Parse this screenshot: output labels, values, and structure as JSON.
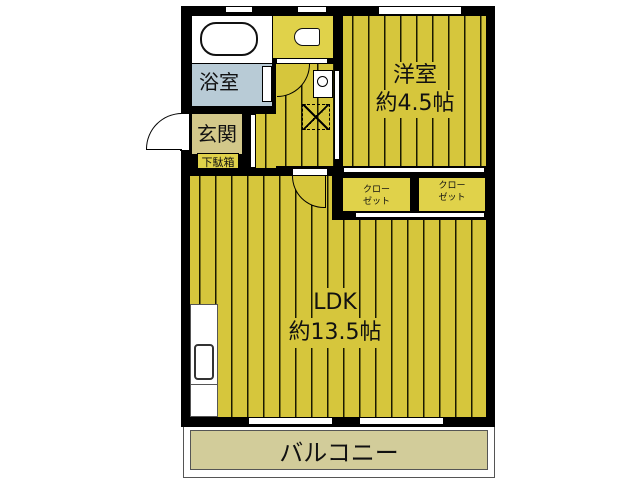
{
  "floorplan": {
    "rooms": {
      "western_room": {
        "name": "洋室",
        "size": "約4.5帖"
      },
      "ldk": {
        "name": "LDK",
        "size": "約13.5帖"
      },
      "bathroom": {
        "name": "浴室"
      },
      "entrance": {
        "name": "玄関"
      },
      "shoe_cabinet": {
        "name": "下駄箱"
      },
      "closet_left": {
        "line1": "クロー",
        "line2": "ゼット"
      },
      "closet_right": {
        "line1": "クロー",
        "line2": "ゼット"
      },
      "balcony": {
        "name": "バルコニー"
      }
    },
    "colors": {
      "wall": "#000000",
      "floor": "#d6c63c",
      "bathroom": "#b8cbd6",
      "entrance": "#d3c88a",
      "balcony": "#d2cc9a"
    }
  }
}
